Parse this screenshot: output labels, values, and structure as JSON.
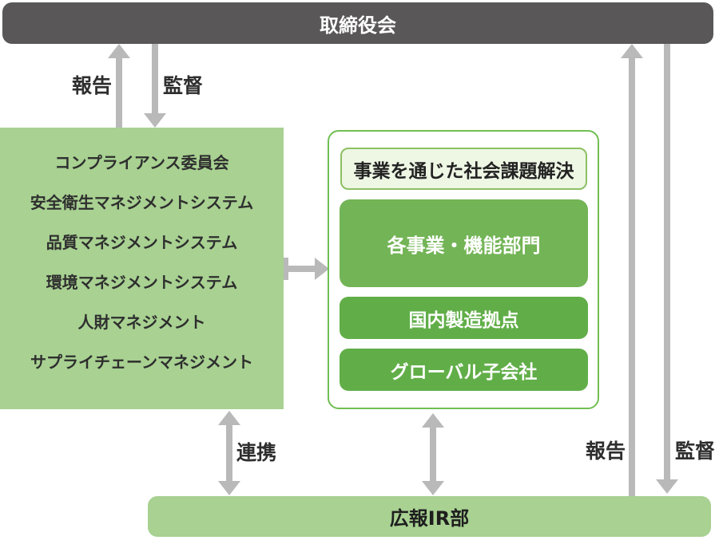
{
  "board": {
    "label": "取締役会"
  },
  "management_systems": {
    "items": [
      "コンプライアンス委員会",
      "安全衛生マネジメントシステム",
      "品質マネジメントシステム",
      "環境マネジメントシステム",
      "人財マネジメント",
      "サプライチェーンマネジメント"
    ]
  },
  "business": {
    "header": "事業を通じた社会課題解決",
    "units": [
      "各事業・機能部門",
      "国内製造拠点",
      "グローバル子会社"
    ]
  },
  "ir": {
    "label": "広報IR部"
  },
  "arrow_labels": {
    "report_top": "報告",
    "supervise_top": "監督",
    "collaborate": "連携",
    "report_right": "報告",
    "supervise_right": "監督"
  },
  "colors": {
    "bar_dark": "#595757",
    "green_light": "#a8d192",
    "green_unit_primary": "#73b456",
    "green_unit_secondary": "#61ae48",
    "green_pale": "#eef6e4",
    "green_border": "#6fbf52",
    "green_label_border": "#8cc063",
    "arrow_gray": "#b9b9b9",
    "text_dark": "#2e2e2e"
  }
}
